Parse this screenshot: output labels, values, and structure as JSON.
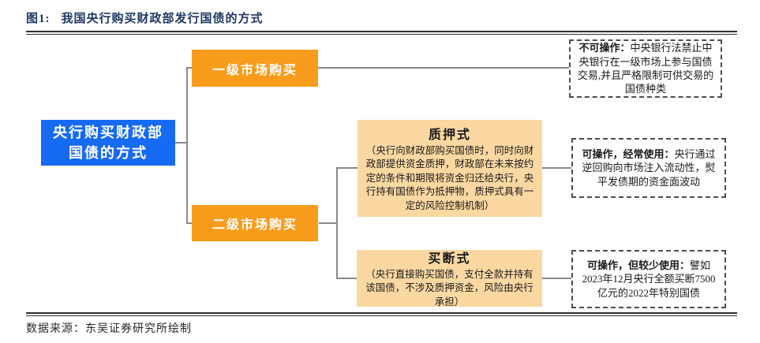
{
  "page": {
    "figure_label": "图1:",
    "figure_title": "我国央行购买财政部发行国债的方式",
    "source": "数据来源：东吴证券研究所绘制"
  },
  "colors": {
    "title_navy": "#1F3864",
    "root_blue": "#176AF2",
    "branch_orange": "#F99C1C",
    "method_light_orange": "#FBD8A2",
    "connector_gray": "#8A8A8A",
    "dashed_border_gray": "#4D4D4D",
    "rule_dark": "#2F2F2F"
  },
  "diagram": {
    "root": {
      "line1": "央行购买财政部",
      "line2": "国债的方式"
    },
    "branches": [
      {
        "label": "一级市场购买"
      },
      {
        "label": "二级市场购买"
      }
    ],
    "methods": [
      {
        "title": "质押式",
        "body": "（央行向财政部购买国债时，同时向财政部提供资金质押，财政部在未来按约定的条件和期限将资金归还给央行，央行持有国债作为抵押物，质押式具有一定的风险控制机制）"
      },
      {
        "title": "买断式",
        "body": "（央行直接购买国债，支付全款并持有该国债，不涉及质押资金，风险由央行承担）"
      }
    ],
    "notes": [
      {
        "lead": "不可操作：",
        "body": "中央银行法禁止中央银行在一级市场上参与国债交易,并且严格限制可供交易的国债种类"
      },
      {
        "lead": "可操作，经常使用：",
        "body": "央行通过逆回购向市场注入流动性，熨平发债期的资金面波动"
      },
      {
        "lead": "可操作，但较少使用：",
        "body": "譬如2023年12月央行全额买断7500亿元的2022年特别国债"
      }
    ]
  }
}
